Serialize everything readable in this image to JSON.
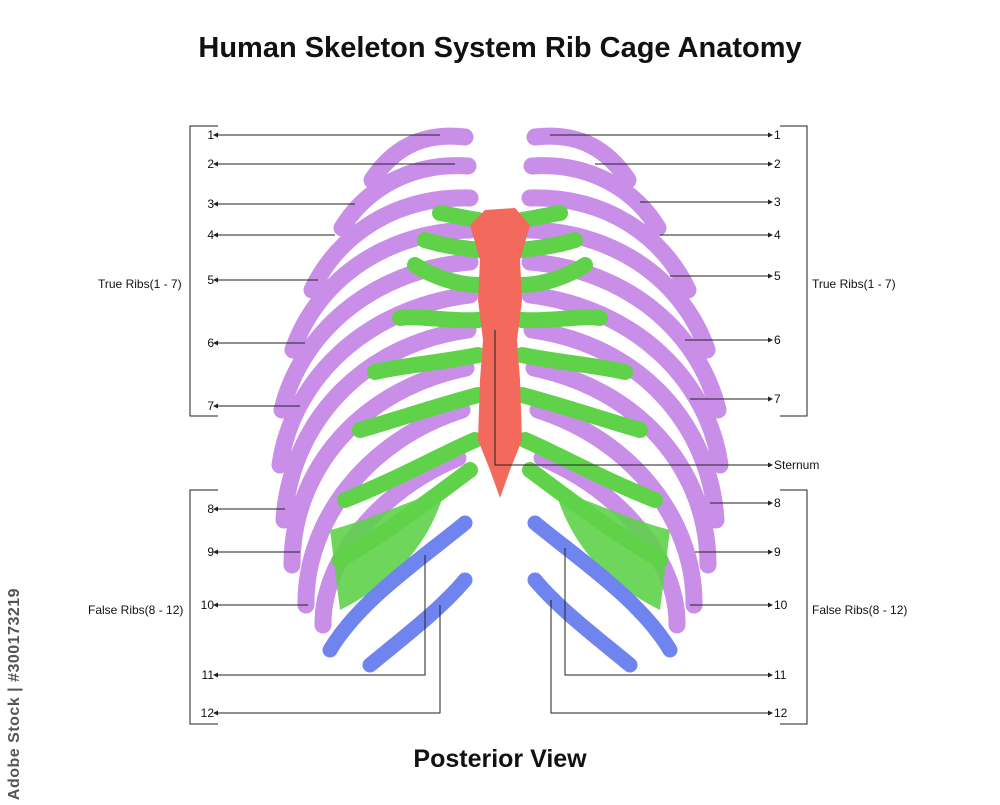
{
  "title": "Human Skeleton System Rib Cage Anatomy",
  "view": "Posterior View",
  "groups": {
    "true_left": "True Ribs(1 - 7)",
    "true_right": "True Ribs(1 - 7)",
    "false_left": "False Ribs(8 - 12)",
    "false_right": "False Ribs(8 - 12)"
  },
  "sternum": "Sternum",
  "left_numbers": [
    "1",
    "2",
    "3",
    "4",
    "5",
    "6",
    "7",
    "8",
    "9",
    "10",
    "11",
    "12"
  ],
  "right_numbers": [
    "1",
    "2",
    "3",
    "4",
    "5",
    "6",
    "7",
    "8",
    "9",
    "10",
    "11",
    "12"
  ],
  "watermark": "Adobe Stock | #300173219",
  "colors": {
    "true_ribs": "#c88ee8",
    "costal_cartilage": "#5fd24a",
    "sternum": "#f36a5c",
    "floating_ribs": "#6f84ee"
  }
}
